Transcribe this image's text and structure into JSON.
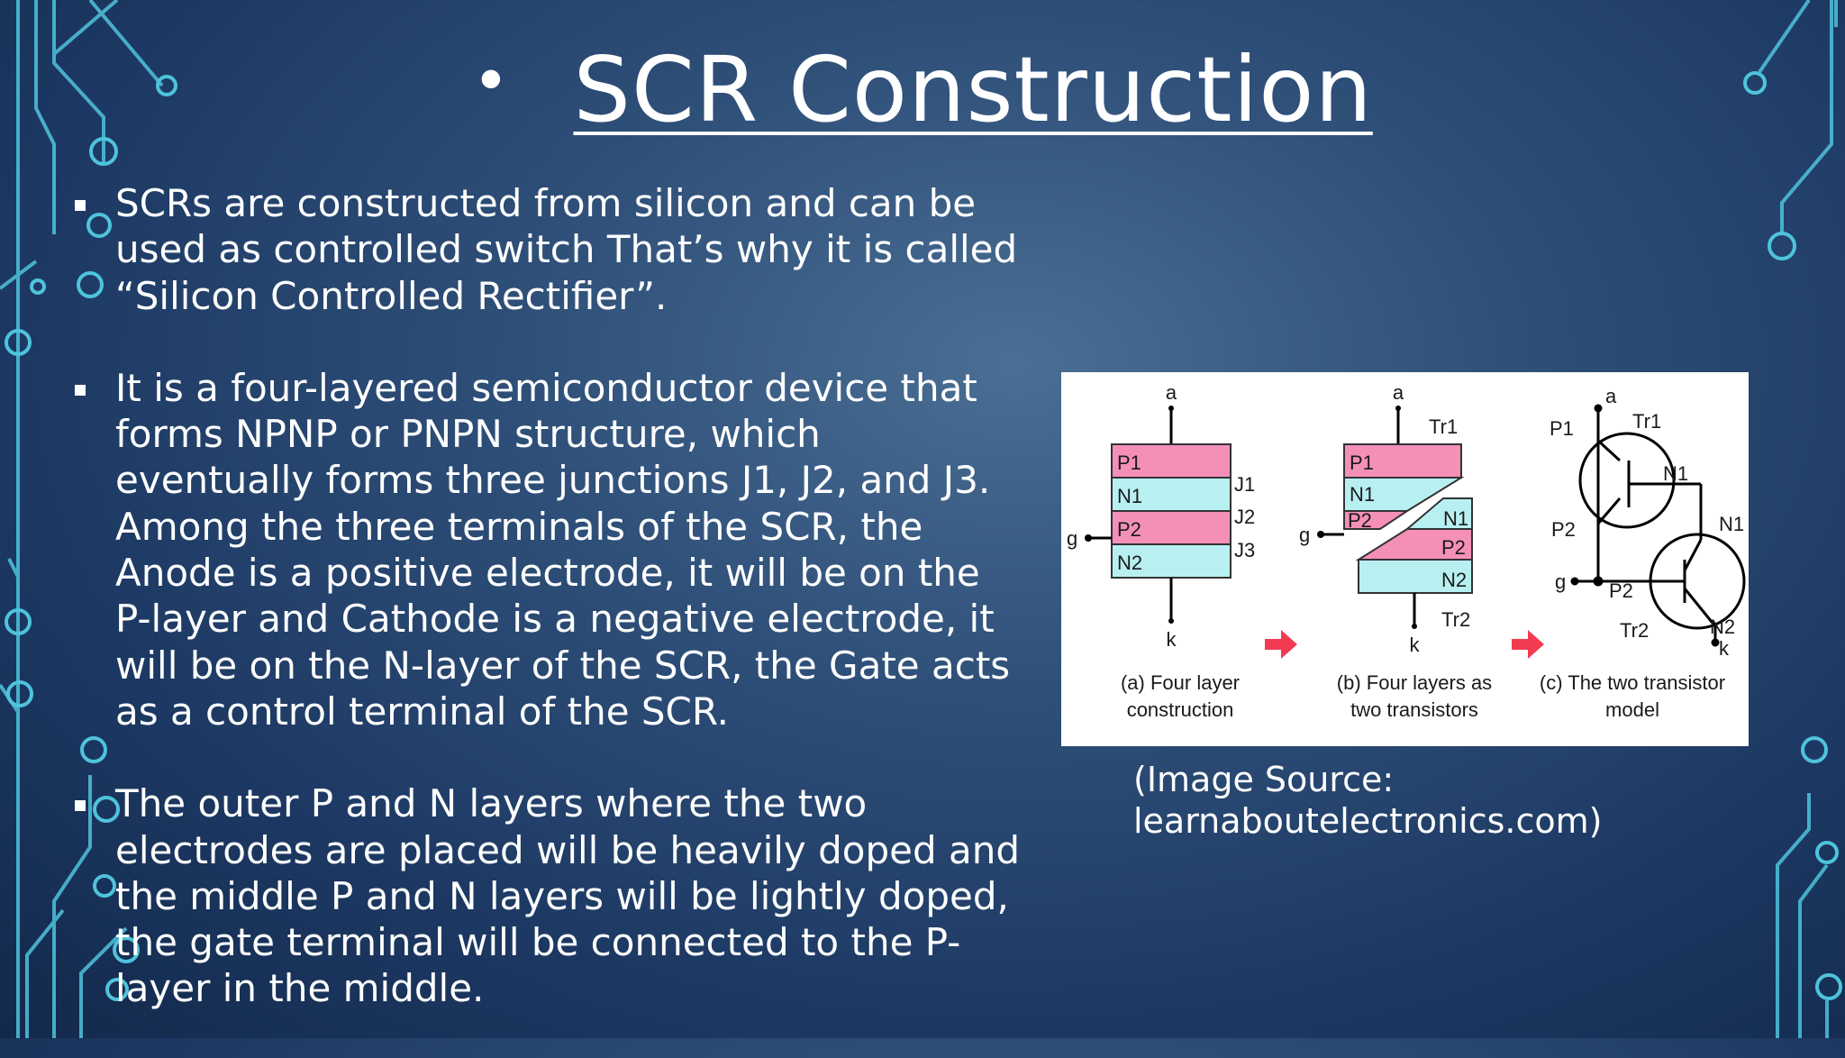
{
  "slide": {
    "title_bullet": "•",
    "title": "SCR Construction"
  },
  "bullets": [
    "SCRs are constructed from silicon and can be used as controlled switch That’s why it is called “Silicon Controlled Rectifier”.",
    "It is a four-layered semiconductor device that forms NPNP or PNPN structure, which eventually forms three junctions J1, J2, and J3. Among the three terminals of the SCR, the Anode is a positive electrode, it will be on the P-layer and Cathode is a negative electrode, it will be on the N-layer of the SCR, the Gate acts as a control terminal of the SCR.",
    "The outer P and N layers where the two electrodes are placed will be heavily doped and the middle P and N layers will be lightly doped, the gate terminal will be connected to the P-layer in the middle."
  ],
  "figure": {
    "labels": {
      "anode": "a",
      "cathode": "k",
      "gate": "g",
      "p1": "P1",
      "n1": "N1",
      "p2": "P2",
      "n2": "N2",
      "j1": "J1",
      "j2": "J2",
      "j3": "J3",
      "tr1": "Tr1",
      "tr2": "Tr2"
    },
    "captions": {
      "a_line1": "(a) Four layer",
      "a_line2": "construction",
      "b_line1": "(b) Four layers as",
      "b_line2": "two transistors",
      "c_line1": "(c) The two transistor",
      "c_line2": "model"
    },
    "colors": {
      "p_layer": "#f48fb8",
      "n_layer": "#b8f0f2",
      "arrow": "#f23b52"
    }
  },
  "image_source": {
    "line1": "(Image Source:",
    "line2": "learnaboutelectronics.com)"
  },
  "theme": {
    "background": "#2e4f78",
    "circuit_line": "#4fc3dc"
  }
}
